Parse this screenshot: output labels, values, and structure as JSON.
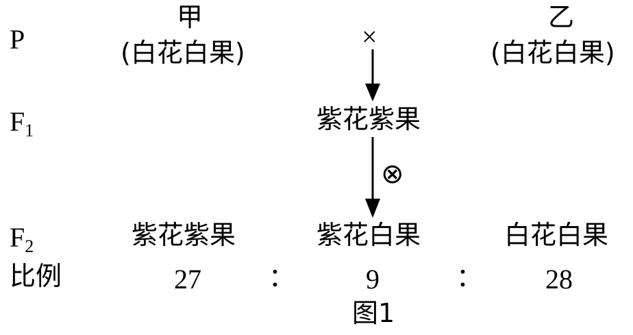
{
  "generations": {
    "p": "P",
    "f1_letter": "F",
    "f1_sub": "1",
    "f2_letter": "F",
    "f2_sub": "2",
    "ratio_label": "比例"
  },
  "parents": {
    "left_name": "甲",
    "left_phenotype": "(白花白果)",
    "cross_symbol": "×",
    "right_name": "乙",
    "right_phenotype": "(白花白果)"
  },
  "f1": {
    "phenotype": "紫花紫果",
    "selfing_symbol": "⊗"
  },
  "f2": {
    "phenotypes": [
      "紫花紫果",
      "紫花白果",
      "白花白果"
    ],
    "ratios": [
      "27",
      "9",
      "28"
    ],
    "separator": "："
  },
  "caption": "图1"
}
